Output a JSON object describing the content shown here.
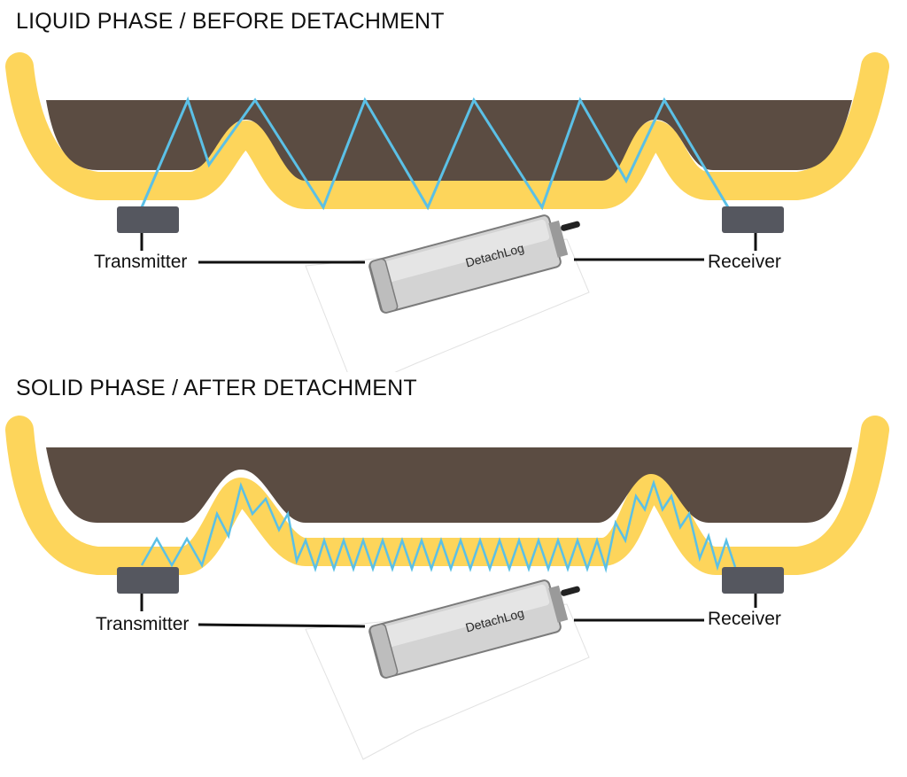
{
  "panels": [
    {
      "title": "LIQUID PHASE / BEFORE DETACHMENT",
      "transmitter_label": "Transmitter",
      "receiver_label": "Receiver",
      "device_label": "DetachLog"
    },
    {
      "title": "SOLID PHASE / AFTER DETACHMENT",
      "transmitter_label": "Transmitter",
      "receiver_label": "Receiver",
      "device_label": "DetachLog"
    }
  ],
  "colors": {
    "mold": "#fdd55b",
    "material": "#5b4c42",
    "wave": "#5bc0e6",
    "sensor": "#55575f"
  }
}
